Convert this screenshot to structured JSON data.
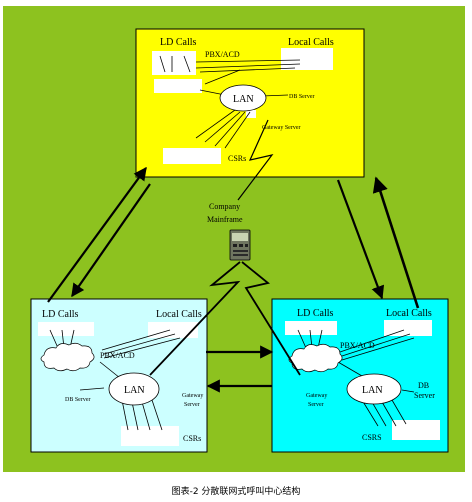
{
  "colors": {
    "background": "#8dc21f",
    "top_box": "#ffff00",
    "left_box": "#ccffff",
    "right_box": "#00ffff",
    "white": "#ffffff",
    "line": "#000000"
  },
  "top_center": {
    "ld_calls": "LD Calls",
    "local_calls": "Local Calls",
    "pbx_acd": "PBX/ACD",
    "lan": "LAN",
    "db_server": "DB Server",
    "gateway_server": "Gateway Server",
    "csrs": "CSRs"
  },
  "mainframe": {
    "line1": "Company",
    "line2": "Mainframe",
    "icon": "mainframe-computer-icon"
  },
  "left_center": {
    "ld_calls": "LD Calls",
    "local_calls": "Local Calls",
    "pbx_acd": "PBX/ACD",
    "lan": "LAN",
    "db_server": "DB Server",
    "gateway_line1": "Gateway",
    "gateway_line2": "Server",
    "csrs": "CSRs"
  },
  "right_center": {
    "ld_calls": "LD Calls",
    "local_calls": "Local Calls",
    "pbx_acd": "PBX/ACD",
    "lan": "LAN",
    "db_line1": "DB",
    "db_line2": "Server",
    "gateway_line1": "Gateway",
    "gateway_line2": "Server",
    "csrs": "CSRS"
  },
  "caption": "图表-2 分散联网式呼叫中心结构"
}
